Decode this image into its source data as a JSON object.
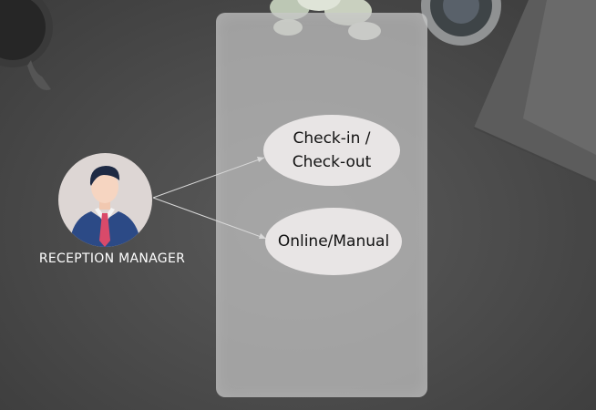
{
  "actor": {
    "name": "RECEPTION MANAGER",
    "icon": "businessman-avatar-icon"
  },
  "use_cases": [
    {
      "label": "Check-in /\nCheck-out"
    },
    {
      "label": "Online/Manual"
    }
  ],
  "colors": {
    "background": "#4a4a4a",
    "system_box": "#c4c4c4",
    "use_case_fill": "#e8e5e5",
    "avatar_bg": "#ddd6d4",
    "suit": "#2c4a86",
    "tie": "#d94a6a",
    "actor_label": "#ffffff"
  }
}
